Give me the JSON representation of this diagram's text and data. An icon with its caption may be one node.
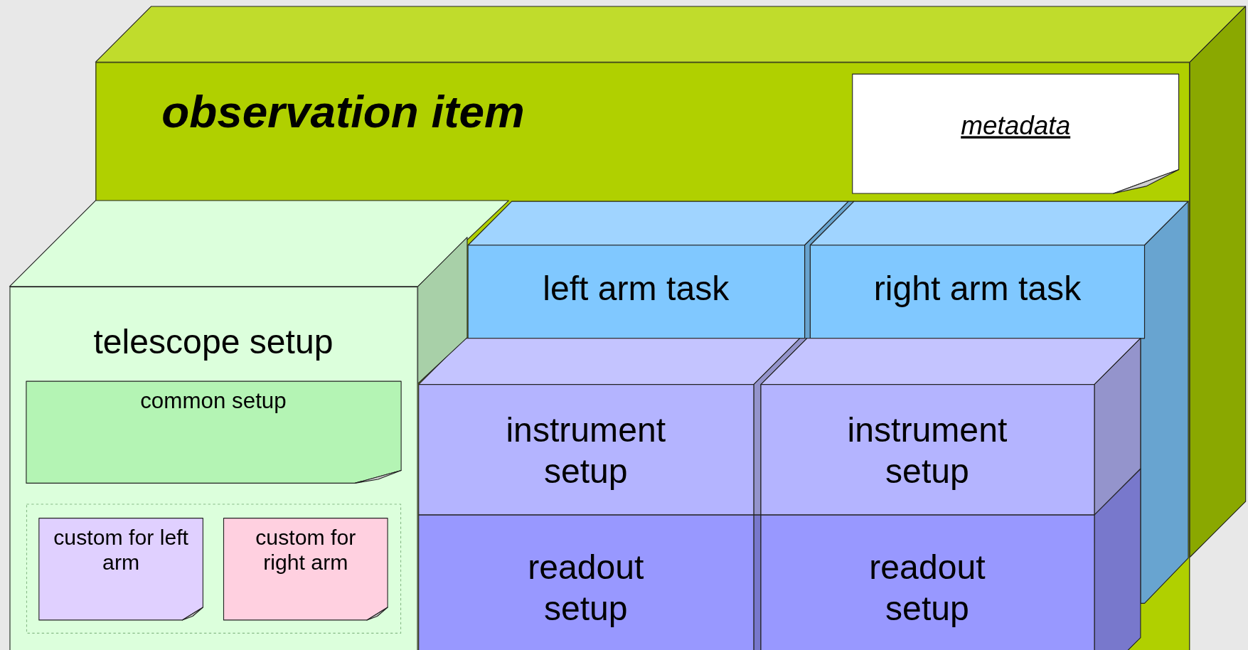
{
  "diagram": {
    "nodes": [
      {
        "text": [
          "observation item"
        ]
      },
      {
        "text": [
          "metadata"
        ],
        "in": 0
      },
      {
        "text": [
          "telescope setup"
        ]
      },
      {
        "text": [
          "common setup"
        ],
        "in": 2
      },
      {
        "text": [],
        "shape": "box",
        "in": 2
      },
      {
        "text": [
          "custom for left arm"
        ],
        "in": 4
      },
      {
        "text": [
          "custom for right arm"
        ],
        "in": 4
      },
      {
        "text": [
          "left arm task"
        ],
        "in": 0
      },
      {
        "text": [
          "right arm task"
        ],
        "in": 0
      },
      {
        "text": [
          "instrument setup"
        ],
        "in": 0
      },
      {
        "text": [
          "readout setup"
        ],
        "in": 0
      },
      {
        "text": [
          "instrument setup"
        ],
        "in": 0
      },
      {
        "text": [
          "readout setup"
        ],
        "in": 0
      }
    ]
  }
}
